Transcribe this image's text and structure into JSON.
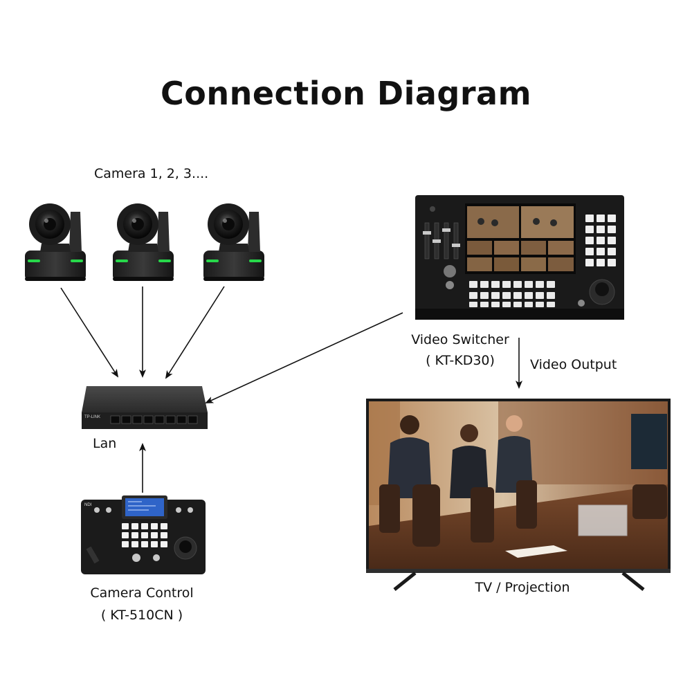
{
  "title": "Connection Diagram",
  "cameras": {
    "label": "Camera 1, 2, 3....",
    "count": 3,
    "led_color": "#27d84a"
  },
  "switch": {
    "label": "Lan",
    "brand": "TP-LINK",
    "ports": 8
  },
  "video_switcher": {
    "label": "Video Switcher",
    "model": "( KT-KD30)",
    "output_label": "Video Output"
  },
  "camera_control": {
    "label": "Camera Control",
    "model": "( KT-510CN )",
    "brand": "NDI"
  },
  "display": {
    "label": "TV / Projection"
  }
}
